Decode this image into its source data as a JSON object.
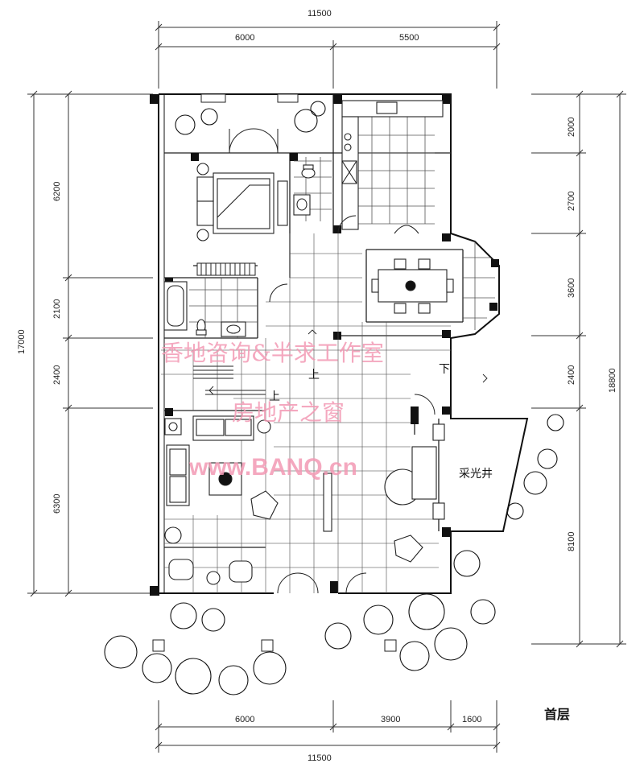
{
  "dimensions": {
    "top_total": "11500",
    "top_left": "6000",
    "top_right": "5500",
    "bottom_left": "6000",
    "bottom_mid": "3900",
    "bottom_right": "1600",
    "bottom_total": "11500",
    "left_total": "17000",
    "left_1": "6200",
    "left_2": "2100",
    "left_3": "2400",
    "left_4": "6300",
    "right_1": "2000",
    "right_2": "2700",
    "right_3": "3600",
    "right_4": "2400",
    "right_5": "8100",
    "right_total": "18800"
  },
  "labels": {
    "up_1": "上",
    "up_2": "上",
    "down": "下",
    "lightwell": "采光井",
    "floor": "首层"
  },
  "watermark": {
    "line1": "香地咨询&半求工作室",
    "line2": "房地产之窗",
    "line3": "www.BANQ.cn"
  }
}
